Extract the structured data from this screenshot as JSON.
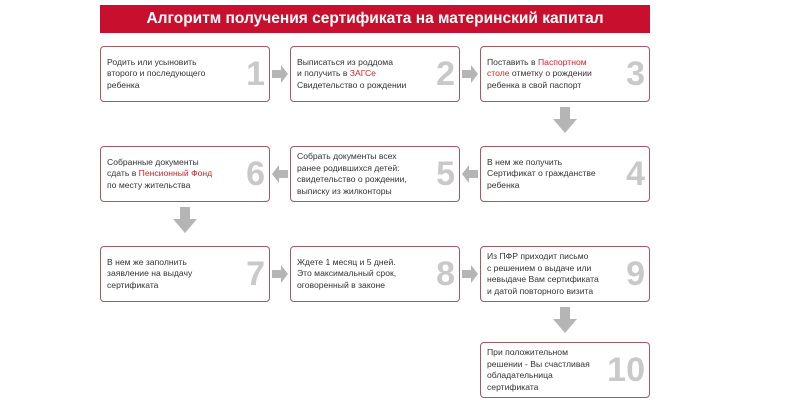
{
  "title": "Алгоритм получения сертификата на материнский капитал",
  "accent_color": "#c8102e",
  "steps": [
    {
      "number": "1",
      "lines": [
        [
          {
            "t": "Родить или усыновить"
          }
        ],
        [
          {
            "t": "второго и последующего"
          }
        ],
        [
          {
            "t": "ребенка"
          }
        ]
      ]
    },
    {
      "number": "2",
      "lines": [
        [
          {
            "t": "Выписаться из роддома"
          }
        ],
        [
          {
            "t": "и получить в "
          },
          {
            "t": "ЗАГСе",
            "red": true
          }
        ],
        [
          {
            "t": "Свидетельство о рождении"
          }
        ]
      ]
    },
    {
      "number": "3",
      "lines": [
        [
          {
            "t": "Поставить в "
          },
          {
            "t": "Паспортном",
            "red": true
          }
        ],
        [
          {
            "t": "столе",
            "red": true
          },
          {
            "t": " отметку о рождении"
          }
        ],
        [
          {
            "t": "ребенка в свой паспорт"
          }
        ]
      ]
    },
    {
      "number": "4",
      "lines": [
        [
          {
            "t": "В нем же получить"
          }
        ],
        [
          {
            "t": "Сертификат о гражданстве"
          }
        ],
        [
          {
            "t": "ребенка"
          }
        ]
      ]
    },
    {
      "number": "5",
      "lines": [
        [
          {
            "t": "Собрать документы всех"
          }
        ],
        [
          {
            "t": "ранее родившихся детей:"
          }
        ],
        [
          {
            "t": "свидетельство о рождении,"
          }
        ],
        [
          {
            "t": "выписку из жилконторы"
          }
        ]
      ]
    },
    {
      "number": "6",
      "lines": [
        [
          {
            "t": "Собранные документы"
          }
        ],
        [
          {
            "t": "сдать в "
          },
          {
            "t": "Пенсионный Фонд",
            "red": true
          }
        ],
        [
          {
            "t": "по месту жительства"
          }
        ]
      ]
    },
    {
      "number": "7",
      "lines": [
        [
          {
            "t": "В нем же заполнить"
          }
        ],
        [
          {
            "t": "заявление на выдачу"
          }
        ],
        [
          {
            "t": "сертификата"
          }
        ]
      ]
    },
    {
      "number": "8",
      "lines": [
        [
          {
            "t": "Ждете 1 месяц и 5 дней."
          }
        ],
        [
          {
            "t": "Это максимальный срок,"
          }
        ],
        [
          {
            "t": "оговоренный в законе"
          }
        ]
      ]
    },
    {
      "number": "9",
      "lines": [
        [
          {
            "t": "Из ПФР приходит письмо"
          }
        ],
        [
          {
            "t": "с решением о выдаче или"
          }
        ],
        [
          {
            "t": "невыдаче Вам сертификата"
          }
        ],
        [
          {
            "t": "и датой повторного визита"
          }
        ]
      ]
    },
    {
      "number": "10",
      "lines": [
        [
          {
            "t": "При положительном"
          }
        ],
        [
          {
            "t": "решении - Вы счастливая"
          }
        ],
        [
          {
            "t": "обладательница"
          }
        ],
        [
          {
            "t": "сертификата"
          }
        ]
      ]
    }
  ]
}
